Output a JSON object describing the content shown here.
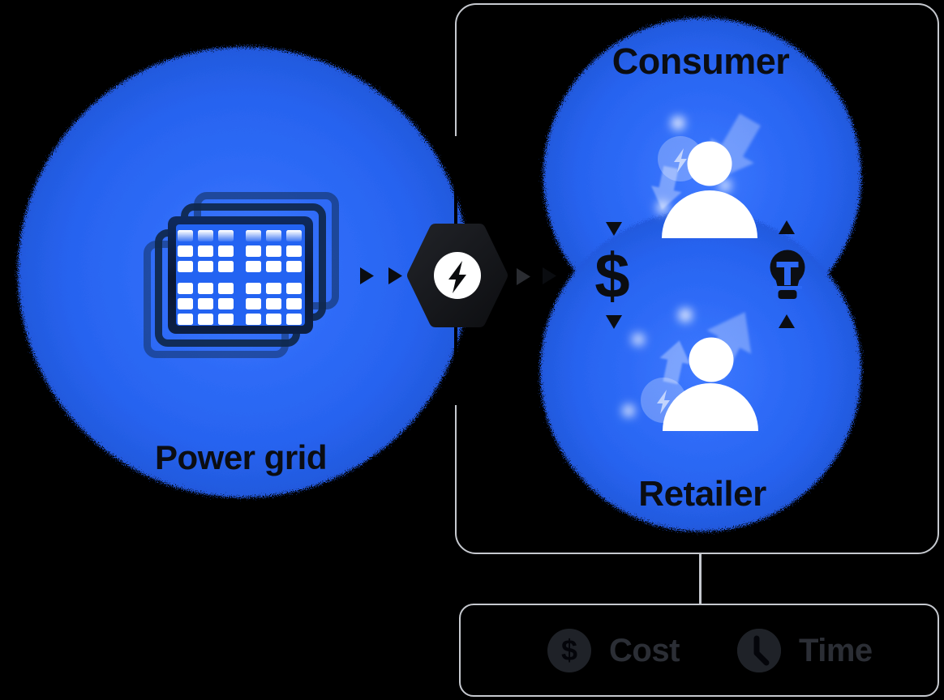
{
  "diagram": {
    "background": "#000000",
    "blob_color": "#2a66f2",
    "border_color": "#c6c9cf",
    "nodes": {
      "power_grid": {
        "label": "Power grid",
        "icon": "solar-panel-grid"
      },
      "consumer": {
        "label": "Consumer",
        "icon": "person-with-down-arrows"
      },
      "retailer": {
        "label": "Retailer",
        "icon": "person-with-up-arrows"
      }
    },
    "connector": {
      "icon": "lightning-bolt-hexagon"
    },
    "exchange": {
      "price_symbol": "$",
      "price_trend": "down",
      "energy_icon": "lightbulb",
      "energy_trend": "up"
    },
    "legend": {
      "items": [
        {
          "icon": "dollar-circle-icon",
          "glyph": "$",
          "label": "Cost"
        },
        {
          "icon": "clock-icon",
          "label": "Time"
        }
      ]
    }
  }
}
